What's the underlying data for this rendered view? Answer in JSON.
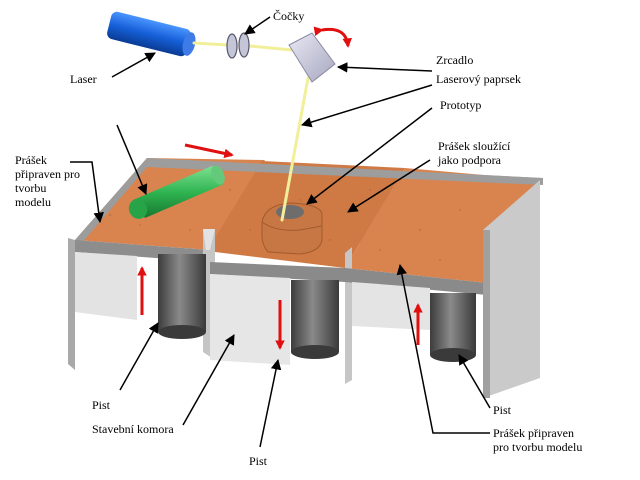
{
  "labels": {
    "lenses": "Čočky",
    "mirror": "Zrcadlo",
    "laser": "Laser",
    "laser_beam": "Laserový paprsek",
    "prototype": "Prototyp",
    "support_powder_1": "Prášek sloužící",
    "support_powder_2": "jako podpora",
    "feed_powder_left_1": "Prášek",
    "feed_powder_left_2": "připraven pro",
    "feed_powder_left_3": "tvorbu",
    "feed_powder_left_4": "modelu",
    "piston_left": "Pist",
    "build_chamber": "Stavební komora",
    "piston_center": "Pist",
    "piston_right": "Pist",
    "feed_powder_right_1": "Prášek připraven",
    "feed_powder_right_2": "pro tvorbu modelu"
  },
  "colors": {
    "laser_body": "#1560d8",
    "beam": "#f2ef9a",
    "powder": "#d9844e",
    "roller": "#2fb552",
    "wall": "#cfcfcf",
    "piston": "#5a5a5a",
    "motion_arrow": "#e01010"
  }
}
